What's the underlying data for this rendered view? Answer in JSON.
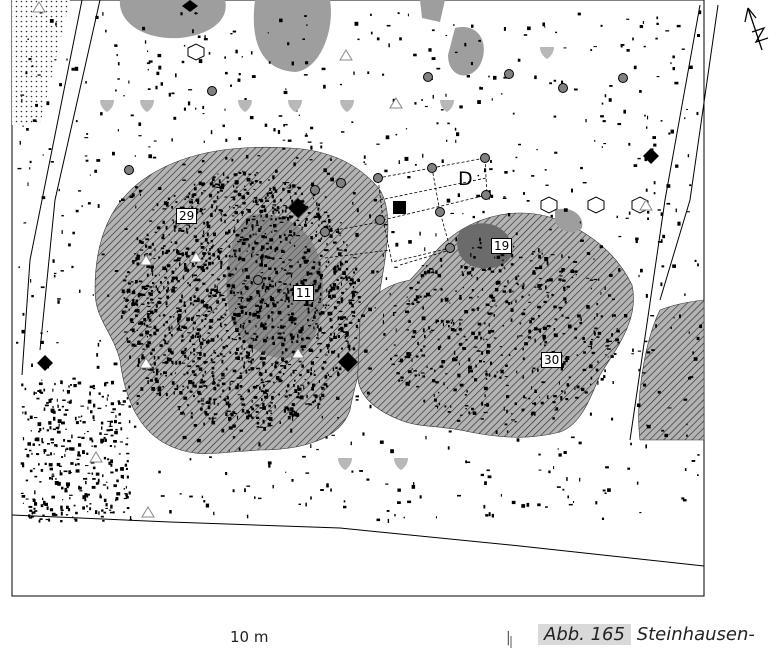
{
  "map": {
    "labels": {
      "f29": "29",
      "f11": "11",
      "f19": "19",
      "f30": "30",
      "trench": "D"
    },
    "north_arrow": {
      "letter": "N"
    },
    "colors": {
      "hatched_fill": "#b3b3b3",
      "dark_feature": "#6b6b6b",
      "light_gray": "#9e9e9e",
      "find_scatter": "#000000",
      "frame": "#000000"
    },
    "symbols": [
      "circle-post",
      "diamond-find",
      "triangle-find",
      "hexagon-find",
      "shield-find",
      "square-find"
    ]
  },
  "scale": {
    "label": "10 m"
  },
  "caption": {
    "figure": "Abb. 165",
    "text": "Steinhausen-"
  }
}
